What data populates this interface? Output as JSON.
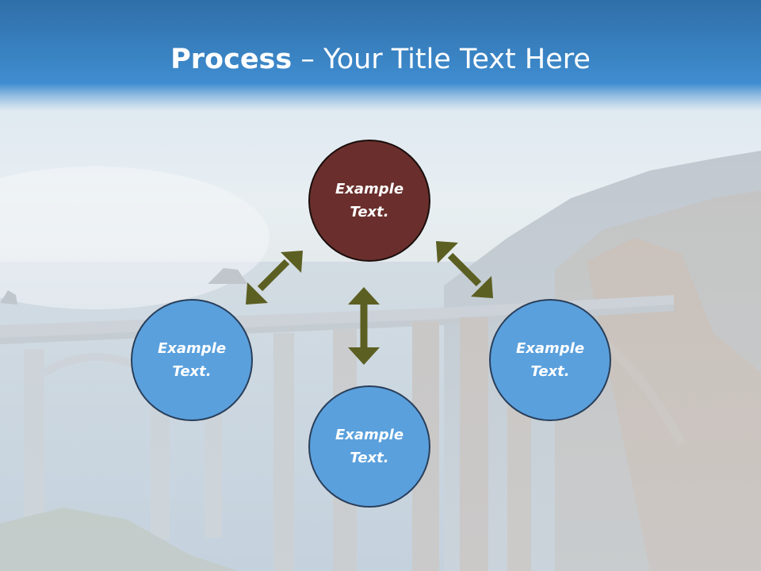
{
  "slide": {
    "title_bold": "Process",
    "title_sep": " – ",
    "title_rest": "Your Title Text Here"
  },
  "diagram": {
    "center_node": {
      "label": "Example\nText.",
      "color": "#6a2f2c"
    },
    "left_node": {
      "label": "Example\nText.",
      "color": "#5aa0dd"
    },
    "bottom_node": {
      "label": "Example\nText.",
      "color": "#5aa0dd"
    },
    "right_node": {
      "label": "Example\nText.",
      "color": "#5aa0dd"
    },
    "arrow_color": "#5c5f22"
  },
  "colors": {
    "header_top": "#2f6fa8",
    "header_bottom": "#4a97d8"
  }
}
